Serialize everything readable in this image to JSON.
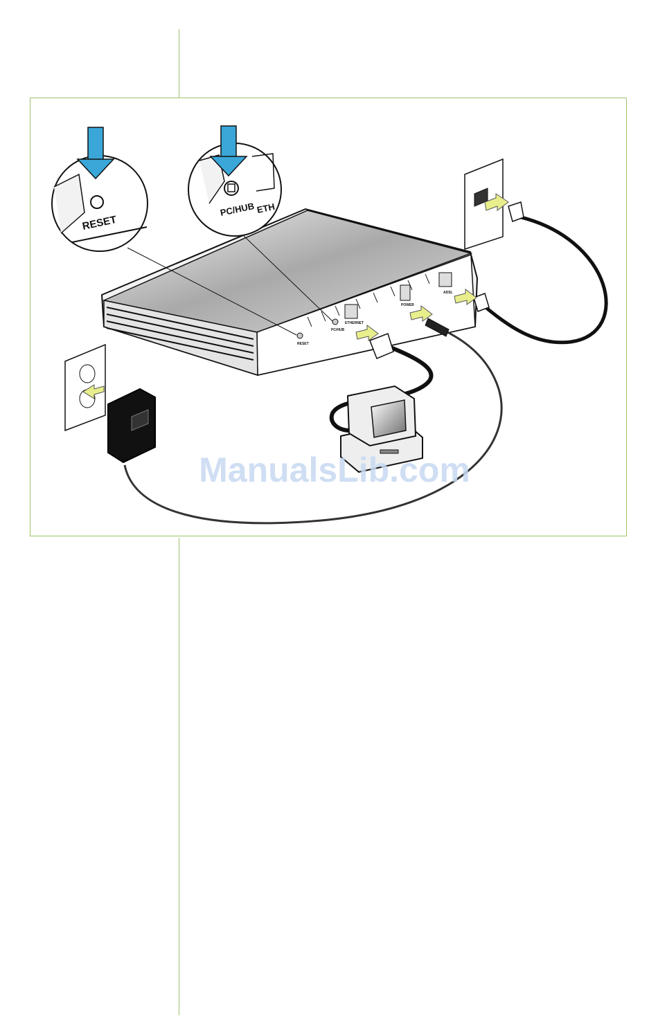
{
  "illustration": {
    "callout_reset_label": "RESET",
    "callout_pchub_label": "PC/HUB",
    "callout_ethernet_partial": "ETH",
    "port_reset": "RESET",
    "port_pchub": "PC/HUB",
    "port_ethernet": "ETHERNET",
    "port_power": "POWER",
    "port_adsl": "ADSL",
    "arrow_color": "#3aa7d8",
    "plug_arrow_color": "#e8ee8c"
  },
  "watermark": "ManualsLib.com"
}
